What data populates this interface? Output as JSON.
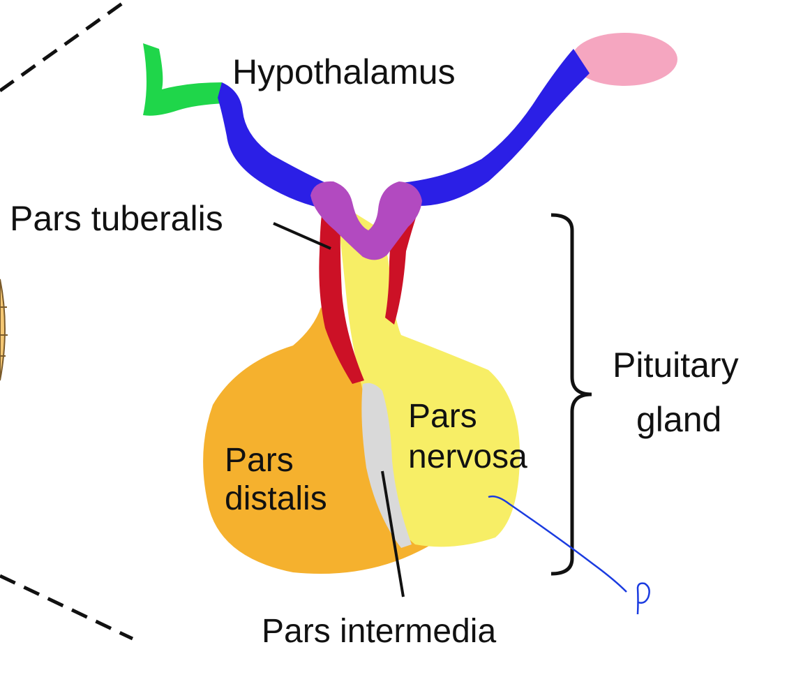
{
  "labels": {
    "hypothalamus": "Hypothalamus",
    "pars_tuberalis": "Pars tuberalis",
    "pituitary_gland_line1": "Pituitary",
    "pituitary_gland_line2": "gland",
    "pars_distalis_line1": "Pars",
    "pars_distalis_line2": "distalis",
    "pars_nervosa_line1": "Pars",
    "pars_nervosa_line2": "nervosa",
    "pars_intermedia": "Pars intermedia",
    "handwritten_mark": "p"
  },
  "colors": {
    "green_tract": "#1fd64a",
    "blue_tract": "#2b1fe6",
    "pink_nucleus": "#f5a6c0",
    "purple_median_eminence": "#b24ac0",
    "red_pars_tuberalis": "#cc1126",
    "yellow_pars_nervosa": "#f7ee66",
    "orange_pars_distalis": "#f5b12e",
    "gray_pars_intermedia": "#d9d9d9",
    "handwriting_blue": "#1a3be0",
    "outline_beige": "#f0d9a0"
  }
}
